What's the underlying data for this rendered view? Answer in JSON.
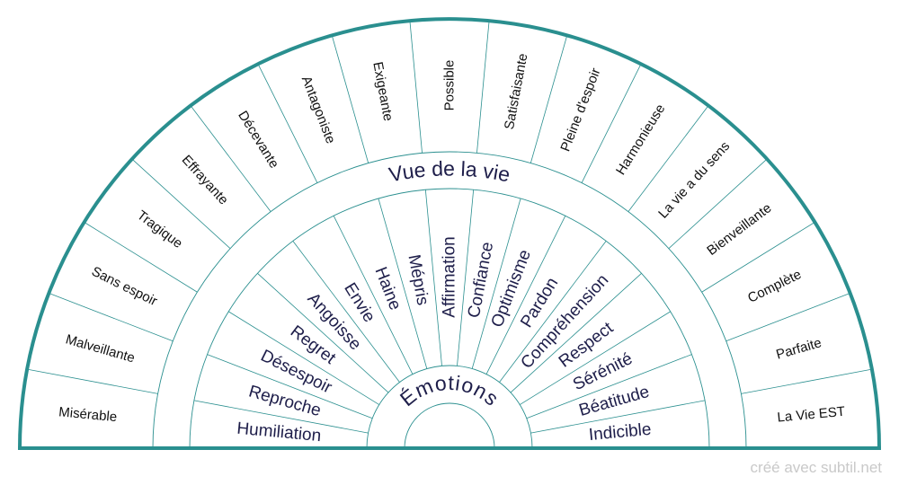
{
  "colors": {
    "accent": "#2a8f8f",
    "text": "#1e1e4a",
    "credit": "#c9c9c9"
  },
  "band_title": "Vue de la vie",
  "center_title": "Émotions",
  "outer_labels": [
    "Misérable",
    "Malveillante",
    "Sans espoir",
    "Tragique",
    "Effrayante",
    "Décevante",
    "Antagoniste",
    "Exigeante",
    "Possible",
    "Satisfaisante",
    "Pleine d'espoir",
    "Harmonieuse",
    "La vie a du sens",
    "Bienveillante",
    "Complète",
    "Parfaite",
    "La Vie EST"
  ],
  "inner_labels": [
    "Humiliation",
    "Reproche",
    "Désespoir",
    "Regret",
    "Angoisse",
    "Envie",
    "Haine",
    "Mépris",
    "Affirmation",
    "Confiance",
    "Optimisme",
    "Pardon",
    "Compréhension",
    "Respect",
    "Sérénité",
    "Béatitude",
    "Indicible"
  ],
  "credit": "créé avec subtil.net"
}
